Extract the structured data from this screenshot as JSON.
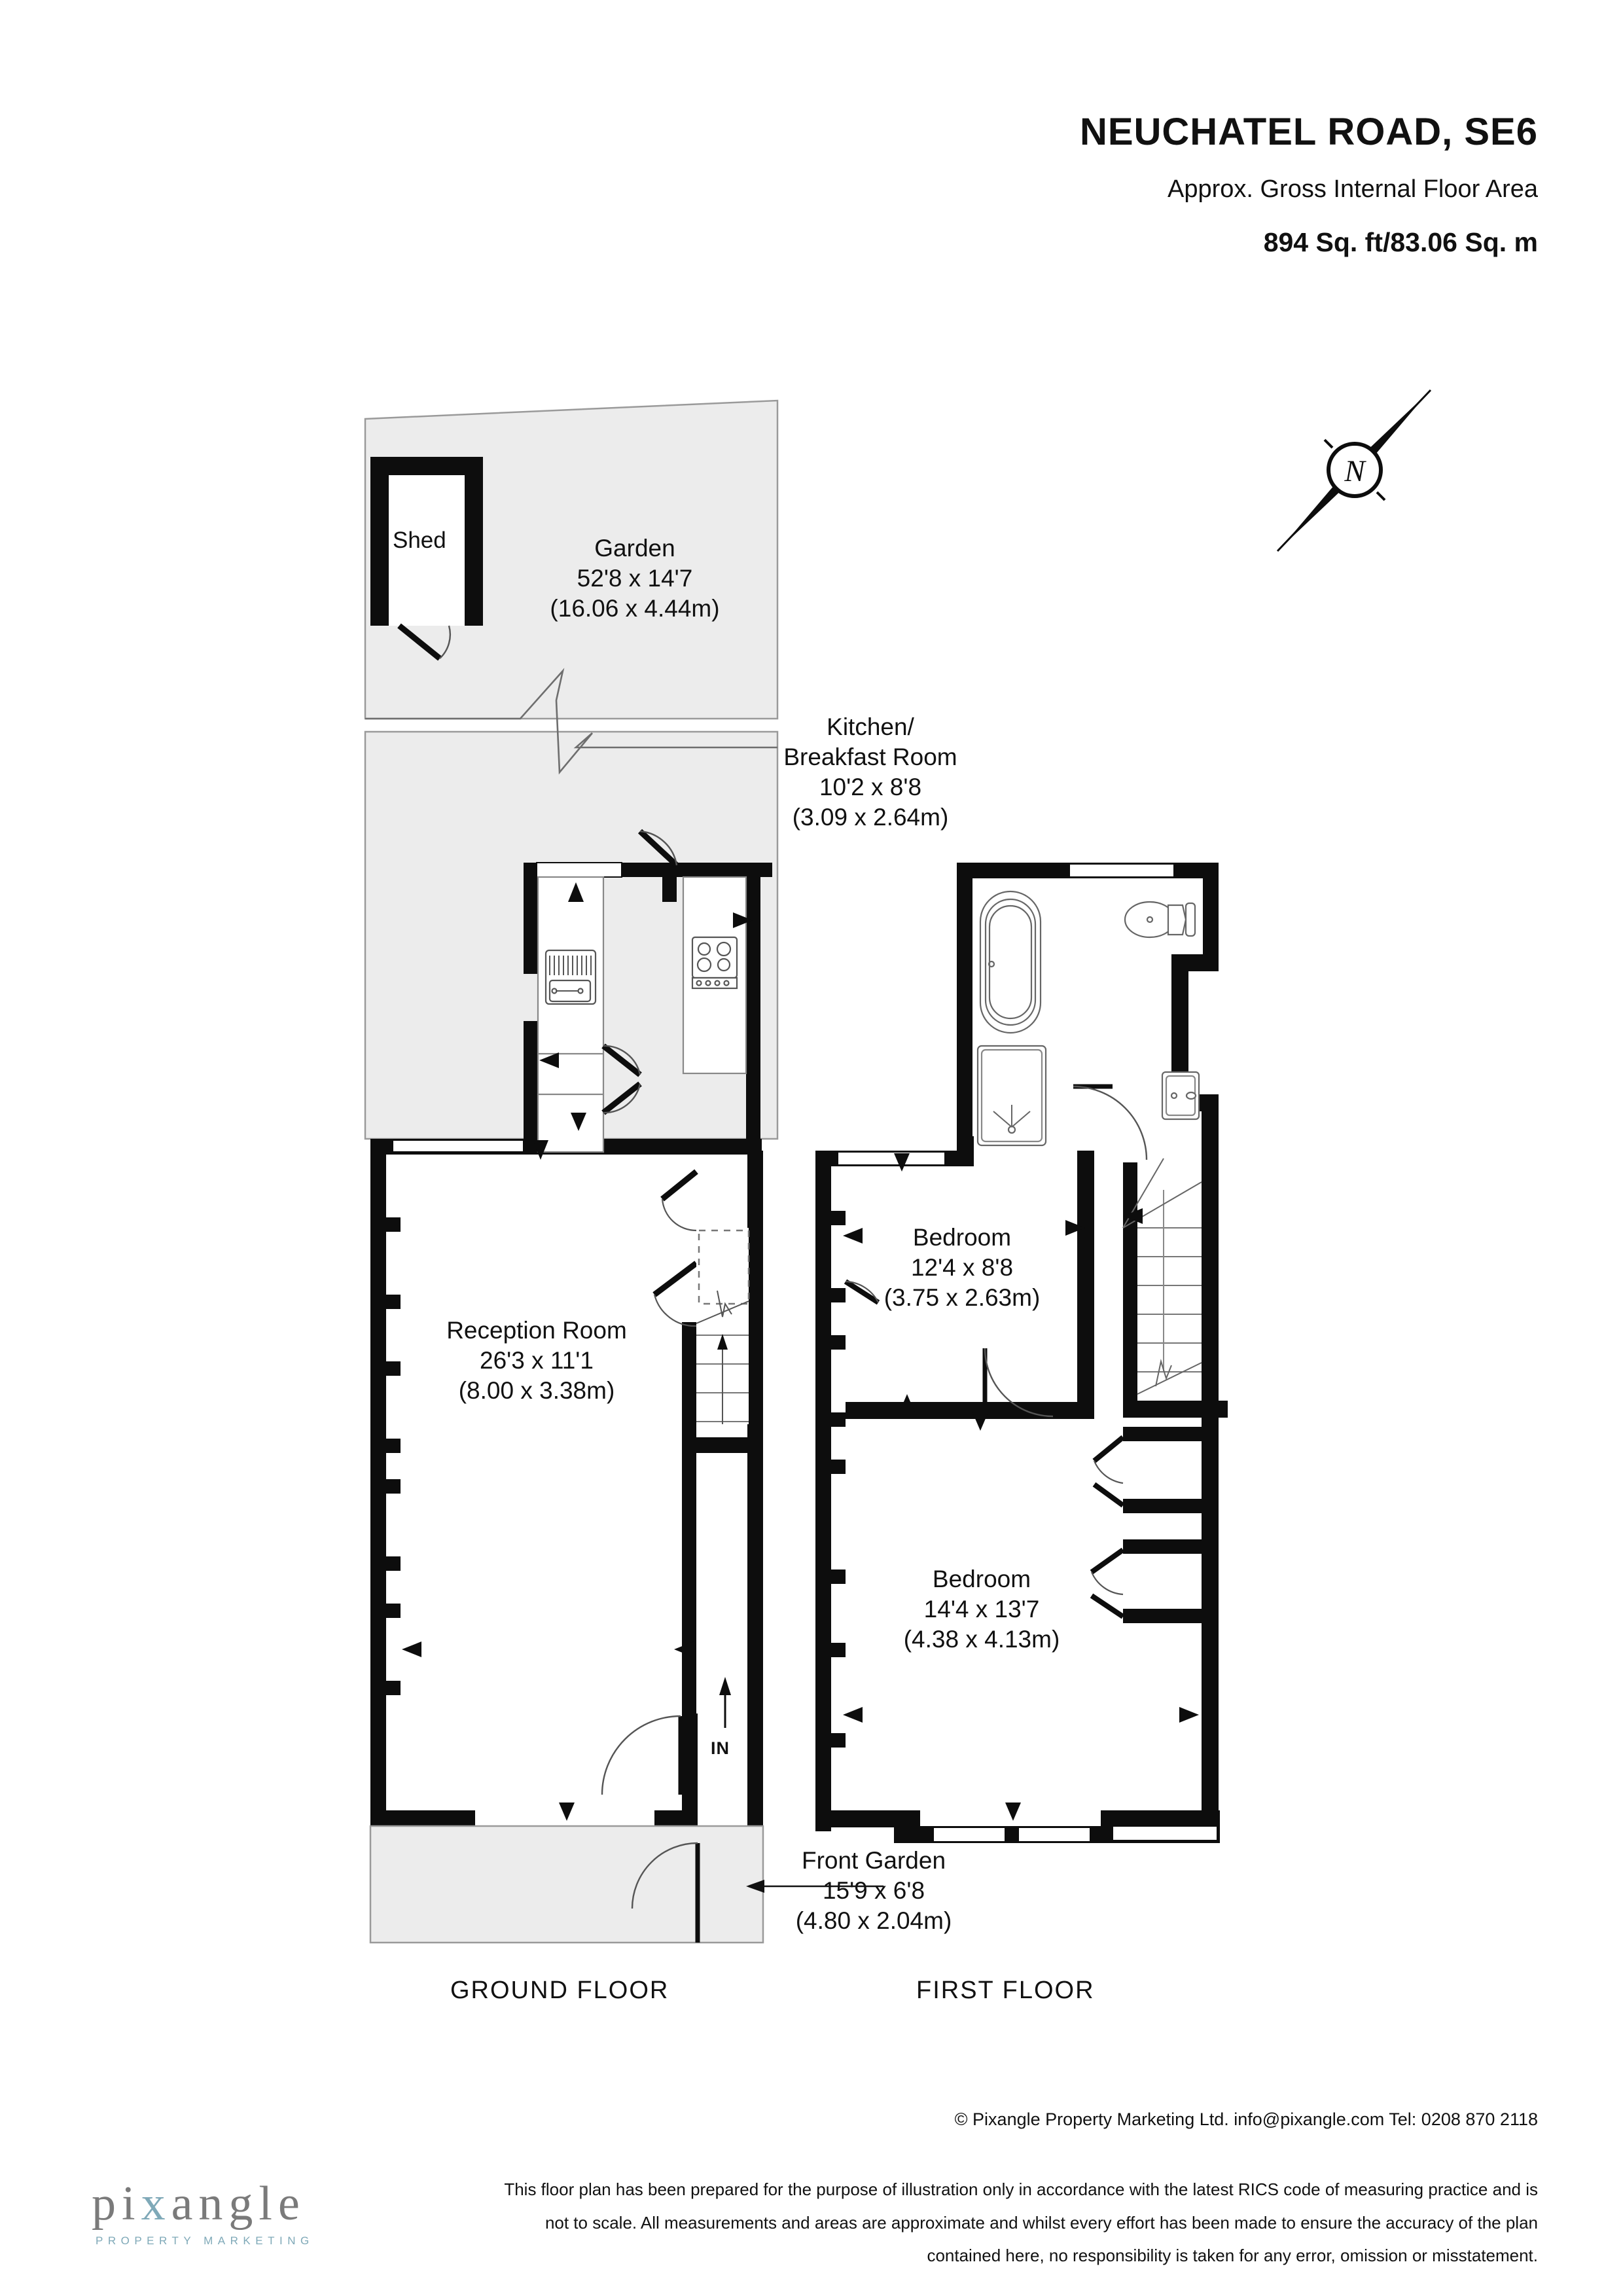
{
  "header": {
    "title": "NEUCHATEL ROAD, SE6",
    "area_caption": "Approx. Gross Internal Floor Area",
    "area_value": "894 Sq. ft/83.06 Sq. m"
  },
  "rooms": {
    "shed": {
      "name": "Shed"
    },
    "garden": {
      "name": "Garden",
      "dim_imperial": "52'8 x 14'7",
      "dim_metric": "(16.06 x 4.44m)"
    },
    "kitchen": {
      "name_line1": "Kitchen/",
      "name_line2": "Breakfast Room",
      "dim_imperial": "10'2 x 8'8",
      "dim_metric": "(3.09 x 2.64m)"
    },
    "reception": {
      "name": "Reception Room",
      "dim_imperial": "26'3 x 11'1",
      "dim_metric": "(8.00 x 3.38m)"
    },
    "bedroom_rear": {
      "name": "Bedroom",
      "dim_imperial": "12'4 x 8'8",
      "dim_metric": "(3.75 x 2.63m)"
    },
    "bedroom_front": {
      "name": "Bedroom",
      "dim_imperial": "14'4 x 13'7",
      "dim_metric": "(4.38 x 4.13m)"
    },
    "front_garden": {
      "name": "Front Garden",
      "dim_imperial": "15'9 x 6'8",
      "dim_metric": "(4.80 x 2.04m)"
    }
  },
  "floor_labels": {
    "ground": "GROUND FLOOR",
    "first": "FIRST FLOOR"
  },
  "entrance": {
    "label": "IN"
  },
  "compass": {
    "label": "N"
  },
  "footer": {
    "copyright": "© Pixangle Property Marketing Ltd. info@pixangle.com Tel: 0208 870 2118",
    "disclaimer_line1": "This floor plan has been prepared for the purpose of illustration only in accordance with the latest RICS code of measuring practice and is",
    "disclaimer_line2": "not to scale. All measurements and areas are approximate and whilst every effort has been made to ensure the accuracy of the plan",
    "disclaimer_line3": "contained here, no responsibility is taken for any error, omission or misstatement."
  },
  "logo": {
    "word_a": "pi",
    "word_x": "x",
    "word_b": "angle",
    "tagline": "PROPERTY MARKETING"
  },
  "colors": {
    "wall": "#0d0d0d",
    "outdoor_fill": "#ececec",
    "outdoor_stroke": "#9a9a9a",
    "fixture_stroke": "#555555",
    "logo_grey": "#7a7a7a",
    "logo_blue": "#7fa9b8",
    "text": "#111111"
  }
}
